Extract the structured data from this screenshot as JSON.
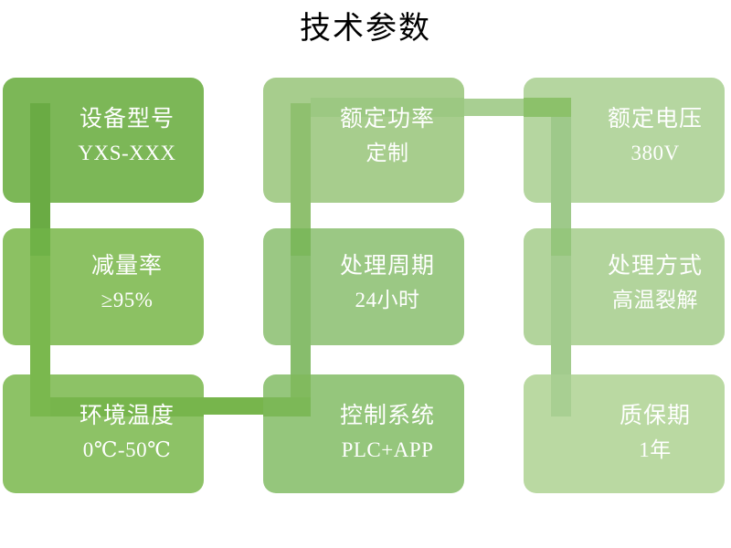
{
  "page": {
    "title": "技术参数",
    "background": "#ffffff",
    "title_color": "#000000"
  },
  "palette": {
    "card_1": "#7cb757",
    "card_2": "#a7cd8d",
    "card_3": "#b5d6a0",
    "card_4": "#8cc163",
    "card_5": "#9bc884",
    "card_6": "#b2d49c",
    "card_7": "#8dc266",
    "card_8": "#95c67c",
    "card_9": "#bad9a2",
    "bar_dark_1": "#6aab44",
    "bar_dark_2": "#8fc06f",
    "bar_dark_3": "#9ec98a",
    "bar_dark_4": "#7ab84e",
    "bar_dark_5": "#87bd6c",
    "bar_dark_6": "#a2cb8d",
    "bar_dark_7": "#6fb247",
    "bar_dark_8": "#7fbb63",
    "bar_dark_9": "#a8cf92",
    "text_on_card": "#ffffff",
    "gap": "#ffffff"
  },
  "cards": [
    {
      "id": "device-model",
      "label": "设备型号",
      "value": "YXS-XXX"
    },
    {
      "id": "rated-power",
      "label": "额定功率",
      "value": "定制"
    },
    {
      "id": "rated-voltage",
      "label": "额定电压",
      "value": "380V"
    },
    {
      "id": "reduction-rate",
      "label": "减量率",
      "value": "≥95%"
    },
    {
      "id": "treatment-cycle",
      "label": "处理周期",
      "value": "24小时"
    },
    {
      "id": "treatment-method",
      "label": "处理方式",
      "value": "高温裂解"
    },
    {
      "id": "ambient-temperature",
      "label": "环境温度",
      "value": "0℃-50℃"
    },
    {
      "id": "control-system",
      "label": "控制系统",
      "value": "PLC+APP"
    },
    {
      "id": "warranty-period",
      "label": "质保期",
      "value": "1年"
    }
  ]
}
